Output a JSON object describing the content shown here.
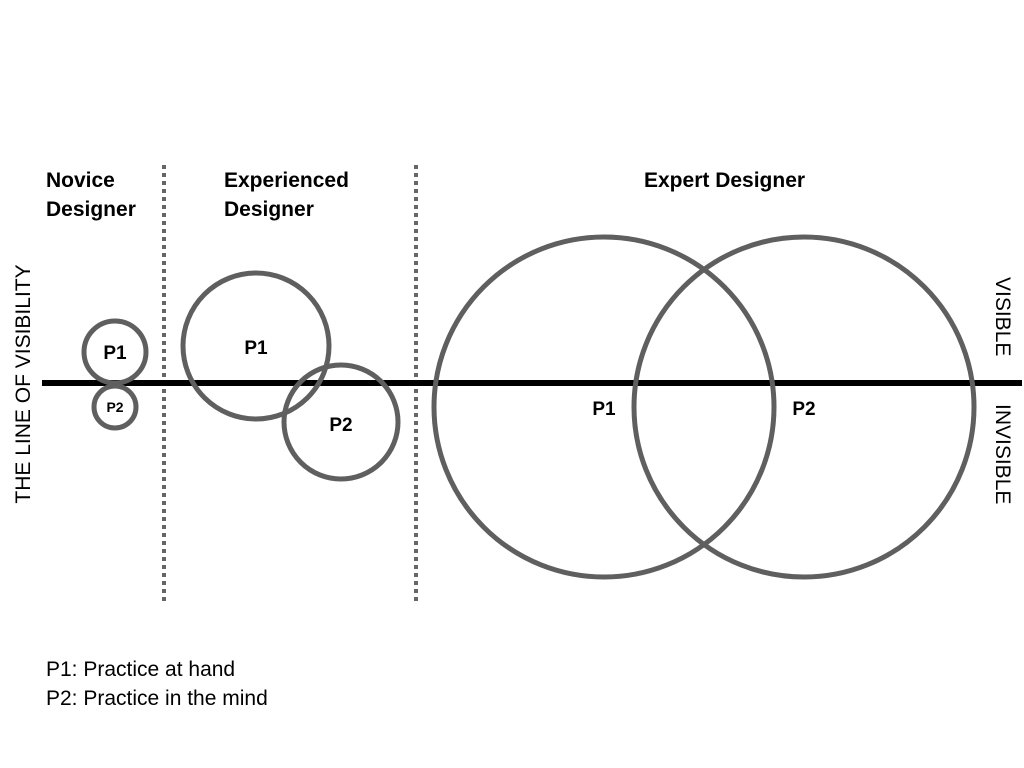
{
  "diagram": {
    "columns": [
      {
        "id": "novice",
        "title_line1": "Novice",
        "title_line2": "Designer",
        "circles": [
          {
            "id": "p1",
            "label": "P1"
          },
          {
            "id": "p2",
            "label": "P2"
          }
        ]
      },
      {
        "id": "experienced",
        "title_line1": "Experienced",
        "title_line2": "Designer",
        "circles": [
          {
            "id": "p1",
            "label": "P1"
          },
          {
            "id": "p2",
            "label": "P2"
          }
        ]
      },
      {
        "id": "expert",
        "title_line1": "Expert Designer",
        "title_line2": "",
        "circles": [
          {
            "id": "p1",
            "label": "P1"
          },
          {
            "id": "p2",
            "label": "P2"
          }
        ]
      }
    ],
    "axis_label": "THE LINE OF VISIBILITY",
    "above_label": "VISIBLE",
    "below_label": "INVISIBLE",
    "legend": [
      "P1: Practice at hand",
      "P2: Practice in the mind"
    ],
    "colors": {
      "circle_stroke": "#5f5f5f",
      "axis_line": "#000000",
      "separator": "#666666"
    }
  }
}
